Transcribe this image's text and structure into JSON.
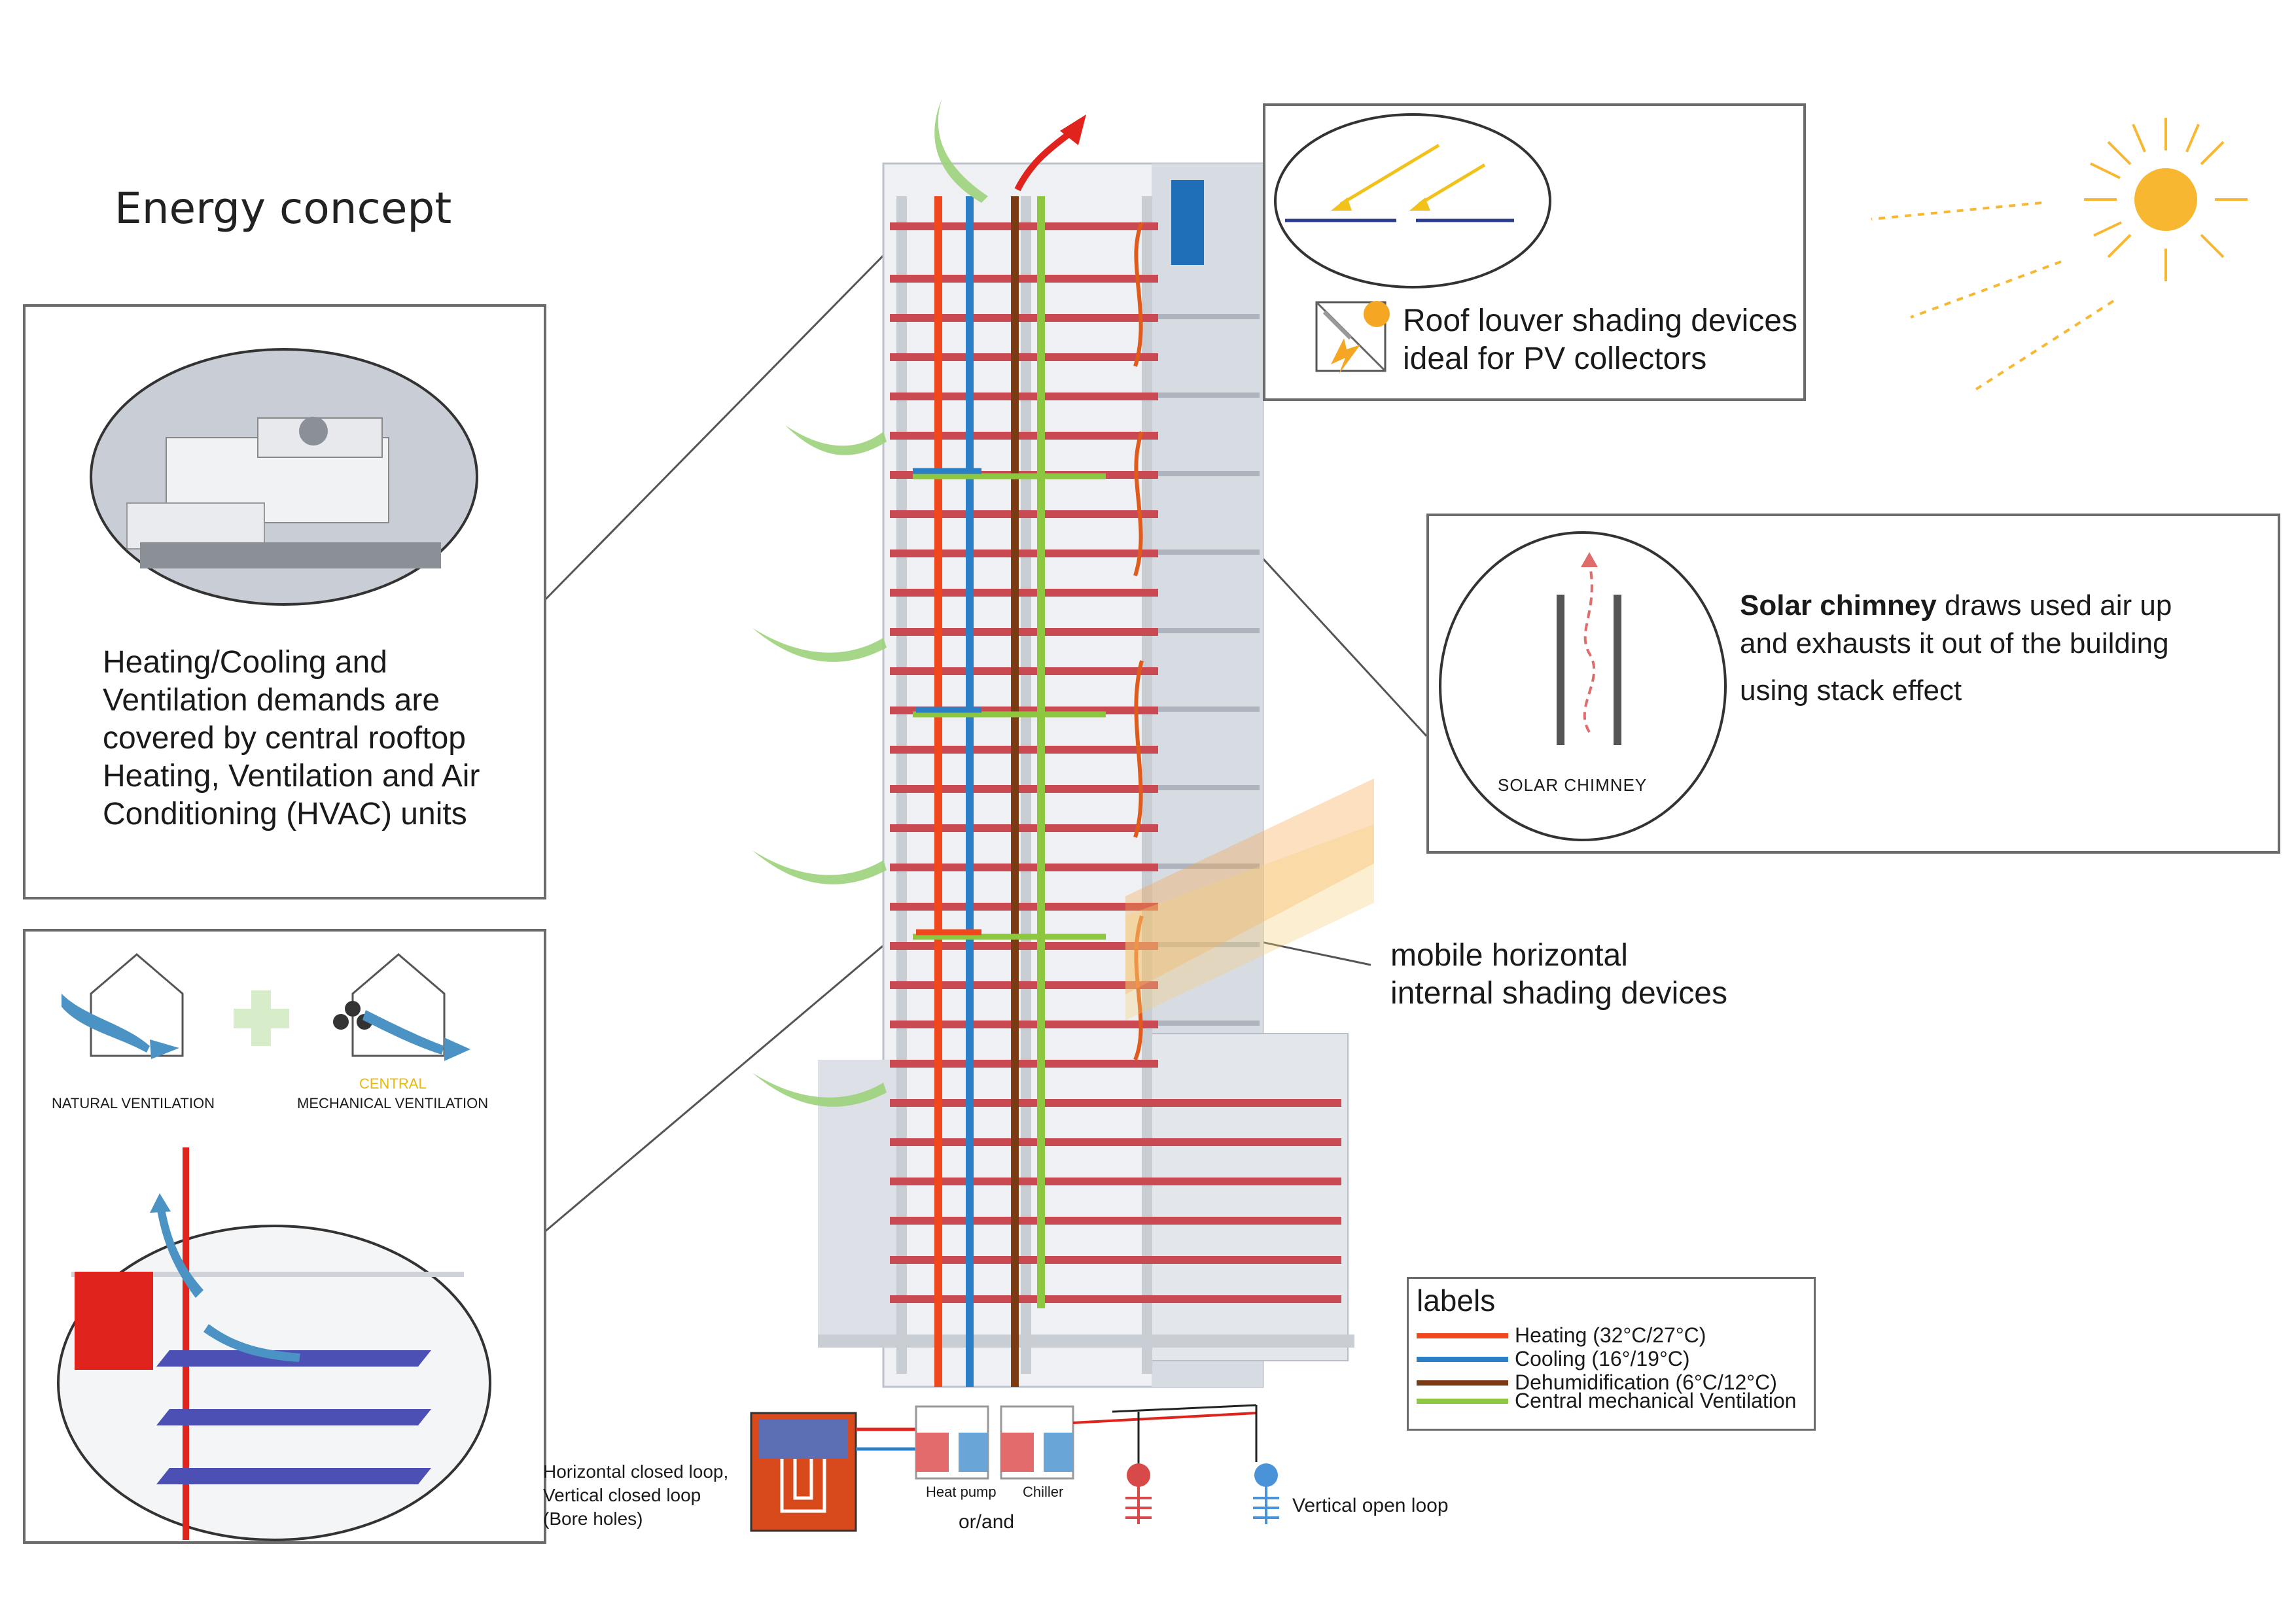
{
  "title": "Energy concept",
  "hvac_box": {
    "text": "Heating/Cooling and Ventilation demands are covered by central rooftop Heating, Ventilation and Air Conditioning (HVAC) units"
  },
  "ventilation_box": {
    "natural_label": "NATURAL VENTILATION",
    "central_label": "CENTRAL",
    "mechanical_label": "MECHANICAL VENTILATION"
  },
  "roof_box": {
    "line1": "Roof louver shading devices",
    "line2": "ideal for PV collectors"
  },
  "chimney_box": {
    "bold": "Solar chimney",
    "rest_line1": " draws used air up",
    "line2": "and exhausts it out of the building",
    "line3": "using stack effect",
    "diagram_label": "SOLAR CHIMNEY"
  },
  "shading_label": {
    "line1": "mobile horizontal",
    "line2": "internal shading devices"
  },
  "legend": {
    "title": "labels",
    "items": [
      {
        "label": "Heating (32°C/27°C)",
        "color": "#f0471c"
      },
      {
        "label": "Cooling (16°/19°C)",
        "color": "#2a7fc6"
      },
      {
        "label": "Dehumidification (6°C/12°C)",
        "color": "#7a3a12"
      },
      {
        "label": "Central mechanical Ventilation",
        "color": "#8dc63f"
      }
    ]
  },
  "ground": {
    "horizontal_loop": "Horizontal closed loop,",
    "vertical_closed": "Vertical closed loop",
    "bore_holes": "(Bore holes)",
    "heat_pump": "Heat pump",
    "chiller": "Chiller",
    "or_and": "or/and",
    "vertical_open": "Vertical open loop"
  },
  "colors": {
    "heating": "#f0471c",
    "cooling": "#2a7fc6",
    "dehumidification": "#7a3a12",
    "ventilation": "#8dc63f",
    "slab": "#c94a52",
    "sun": "#f7b731"
  }
}
